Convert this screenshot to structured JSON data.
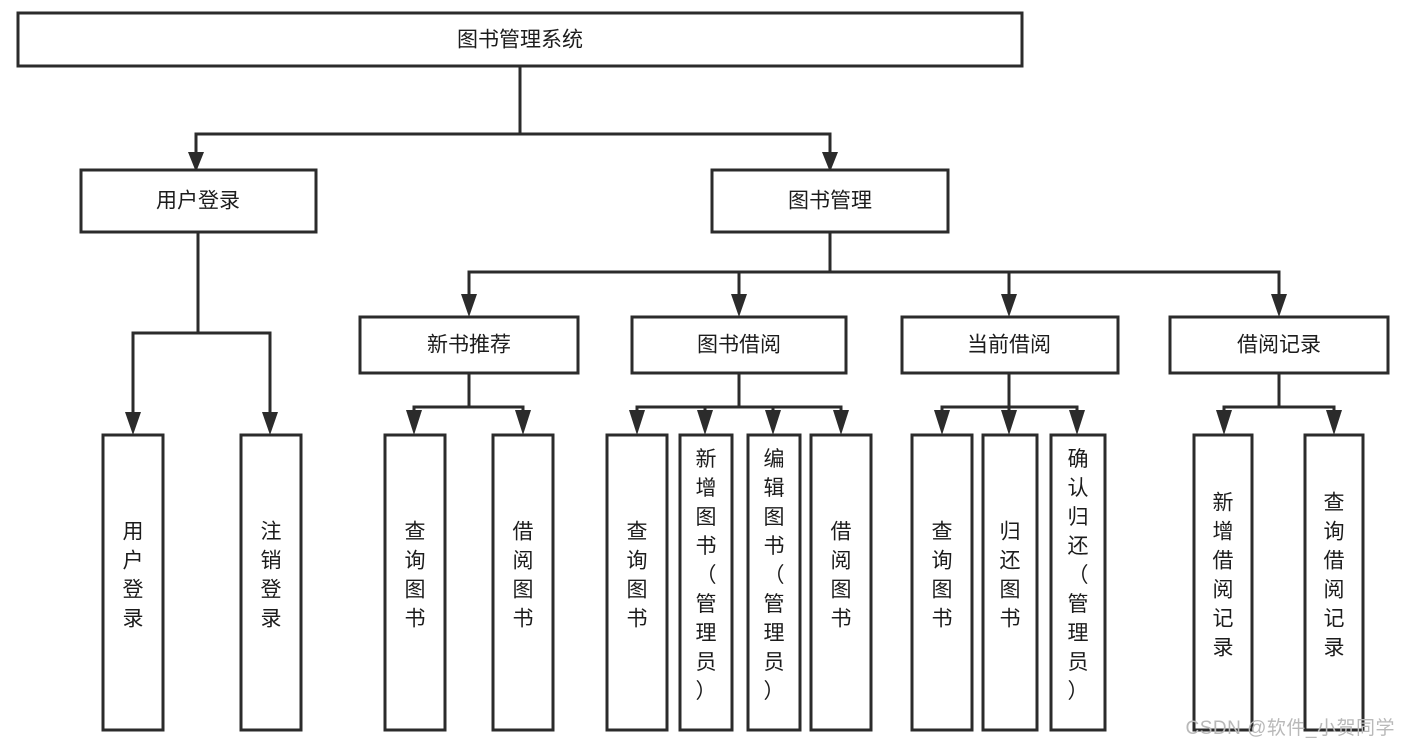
{
  "diagram": {
    "title": "图书管理系统",
    "type": "tree-hierarchy-chart",
    "orientation": "top-down",
    "colors": {
      "stroke": "#2b2b2b",
      "fill": "#ffffff",
      "text": "#1c1c1c",
      "watermark": "#b9b9b9"
    },
    "levels": {
      "root": {
        "label": "图书管理系统"
      },
      "level2": [
        {
          "id": "user-login",
          "label": "用户登录"
        },
        {
          "id": "book-management",
          "label": "图书管理"
        }
      ],
      "level3": [
        {
          "id": "new-book-recommend",
          "label": "新书推荐",
          "parent": "book-management"
        },
        {
          "id": "book-borrow",
          "label": "图书借阅",
          "parent": "book-management"
        },
        {
          "id": "current-borrow",
          "label": "当前借阅",
          "parent": "book-management"
        },
        {
          "id": "borrow-record",
          "label": "借阅记录",
          "parent": "book-management"
        }
      ],
      "leaves": [
        {
          "id": "leaf-user-login",
          "label": "用户登录",
          "parent": "user-login"
        },
        {
          "id": "leaf-logout-login",
          "label": "注销登录",
          "parent": "user-login"
        },
        {
          "id": "leaf-query-book-1",
          "label": "查询图书",
          "parent": "new-book-recommend"
        },
        {
          "id": "leaf-borrow-book-1",
          "label": "借阅图书",
          "parent": "new-book-recommend"
        },
        {
          "id": "leaf-query-book-2",
          "label": "查询图书",
          "parent": "book-borrow"
        },
        {
          "id": "leaf-add-book",
          "label": "新增图书（管理员）",
          "parent": "book-borrow"
        },
        {
          "id": "leaf-edit-book",
          "label": "编辑图书（管理员）",
          "parent": "book-borrow"
        },
        {
          "id": "leaf-borrow-book-2",
          "label": "借阅图书",
          "parent": "book-borrow"
        },
        {
          "id": "leaf-query-book-3",
          "label": "查询图书",
          "parent": "current-borrow"
        },
        {
          "id": "leaf-return-book",
          "label": "归还图书",
          "parent": "current-borrow"
        },
        {
          "id": "leaf-confirm-return",
          "label": "确认归还（管理员）",
          "parent": "current-borrow"
        },
        {
          "id": "leaf-add-record",
          "label": "新增借阅记录",
          "parent": "borrow-record"
        },
        {
          "id": "leaf-query-record",
          "label": "查询借阅记录",
          "parent": "borrow-record"
        }
      ]
    }
  },
  "watermark": {
    "text": "CSDN @软件_小贺同学"
  }
}
